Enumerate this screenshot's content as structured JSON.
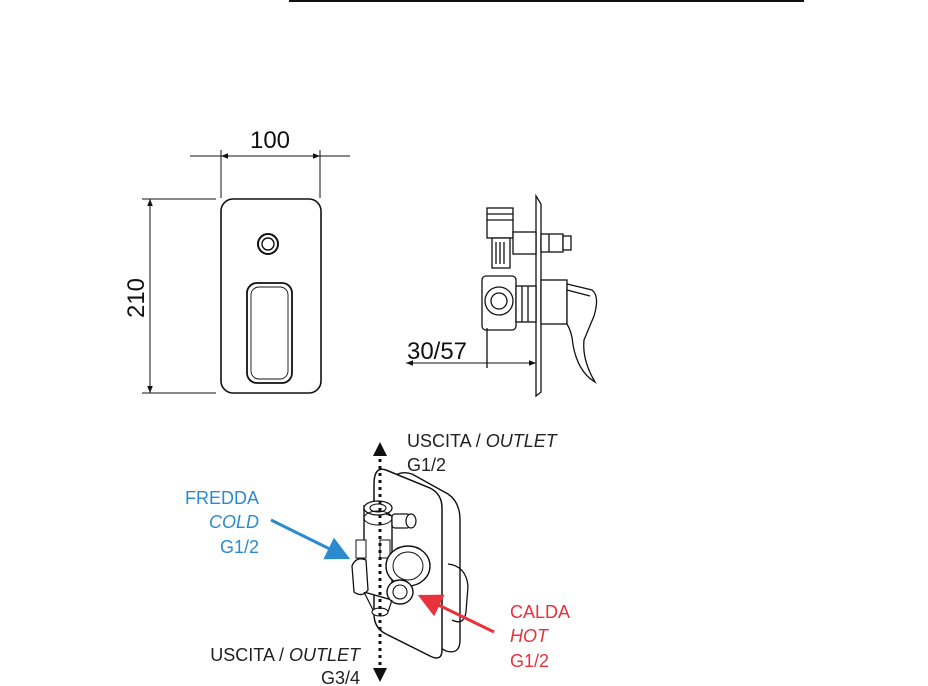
{
  "colors": {
    "line": "#111111",
    "cold": "#2a8bd0",
    "hot": "#e8323c",
    "label": "#222222"
  },
  "dimensions": {
    "width": "100",
    "height": "210",
    "depth": "30/57"
  },
  "connections": {
    "outlet_top": {
      "name": "USCITA",
      "sep": " / ",
      "name_en": "OUTLET",
      "size": "G1/2"
    },
    "cold": {
      "name": "FREDDA",
      "name_en": "COLD",
      "size": "G1/2"
    },
    "hot": {
      "name": "CALDA",
      "name_en": "HOT",
      "size": "G1/2"
    },
    "outlet_bottom": {
      "name": "USCITA",
      "sep": " / ",
      "name_en": "OUTLET",
      "size": "G3/4"
    }
  }
}
